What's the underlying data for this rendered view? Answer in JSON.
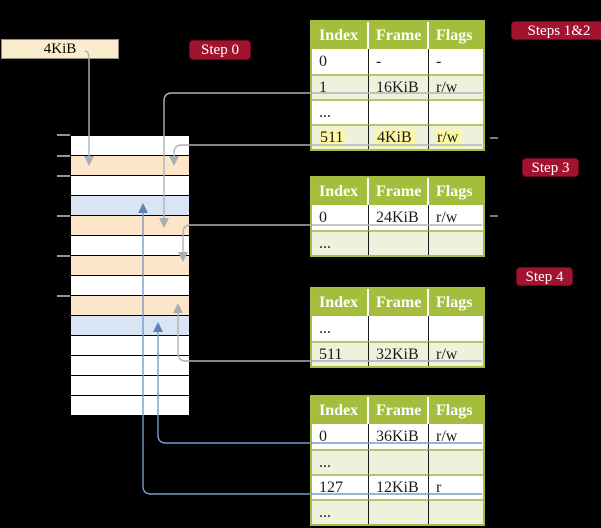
{
  "page_size_box": {
    "label": "4KiB"
  },
  "badges": {
    "step0": "Step 0",
    "steps12": "Steps 1&2",
    "step3": "Step 3",
    "step4": "Step 4"
  },
  "memory": {
    "frames": [
      "free",
      "pagetable",
      "free",
      "data",
      "pagetable",
      "free",
      "pagetable",
      "free",
      "pagetable",
      "data",
      "free",
      "free",
      "free",
      "free"
    ],
    "frame_size_kib": 4
  },
  "tables": [
    {
      "name": "root-page-table",
      "headers": [
        "Index",
        "Frame",
        "Flags"
      ],
      "rows": [
        {
          "cells": [
            "0",
            "-",
            "-"
          ]
        },
        {
          "cells": [
            "1",
            "16KiB",
            "r/w"
          ]
        },
        {
          "cells": [
            "...",
            "",
            ""
          ]
        },
        {
          "cells": [
            "511",
            "4KiB",
            "r/w"
          ],
          "highlighted": true
        }
      ]
    },
    {
      "name": "page-table-at-16kib",
      "headers": [
        "Index",
        "Frame",
        "Flags"
      ],
      "rows": [
        {
          "cells": [
            "0",
            "24KiB",
            "r/w"
          ]
        },
        {
          "cells": [
            "...",
            "",
            ""
          ]
        }
      ]
    },
    {
      "name": "page-table-at-24kib",
      "headers": [
        "Index",
        "Frame",
        "Flags"
      ],
      "rows": [
        {
          "cells": [
            "...",
            "",
            ""
          ]
        },
        {
          "cells": [
            "511",
            "32KiB",
            "r/w"
          ]
        }
      ]
    },
    {
      "name": "page-table-at-32kib",
      "headers": [
        "Index",
        "Frame",
        "Flags"
      ],
      "rows": [
        {
          "cells": [
            "0",
            "36KiB",
            "r/w"
          ]
        },
        {
          "cells": [
            "...",
            "",
            ""
          ]
        },
        {
          "cells": [
            "127",
            "12KiB",
            "r"
          ]
        },
        {
          "cells": [
            "...",
            "",
            ""
          ]
        }
      ]
    }
  ],
  "colors": {
    "header_green": "#a4bd3c",
    "row_green": "#edf2dd",
    "frame_pagetable_peach": "#fce5c9",
    "frame_data_blue": "#d9e4f5",
    "badge_red": "#a21330",
    "highlight_yellow": "#fdf6a2",
    "arrow_gray": "#aeb3b9",
    "arrow_blue": "#7b99c8",
    "box_cream": "#faeccd"
  }
}
